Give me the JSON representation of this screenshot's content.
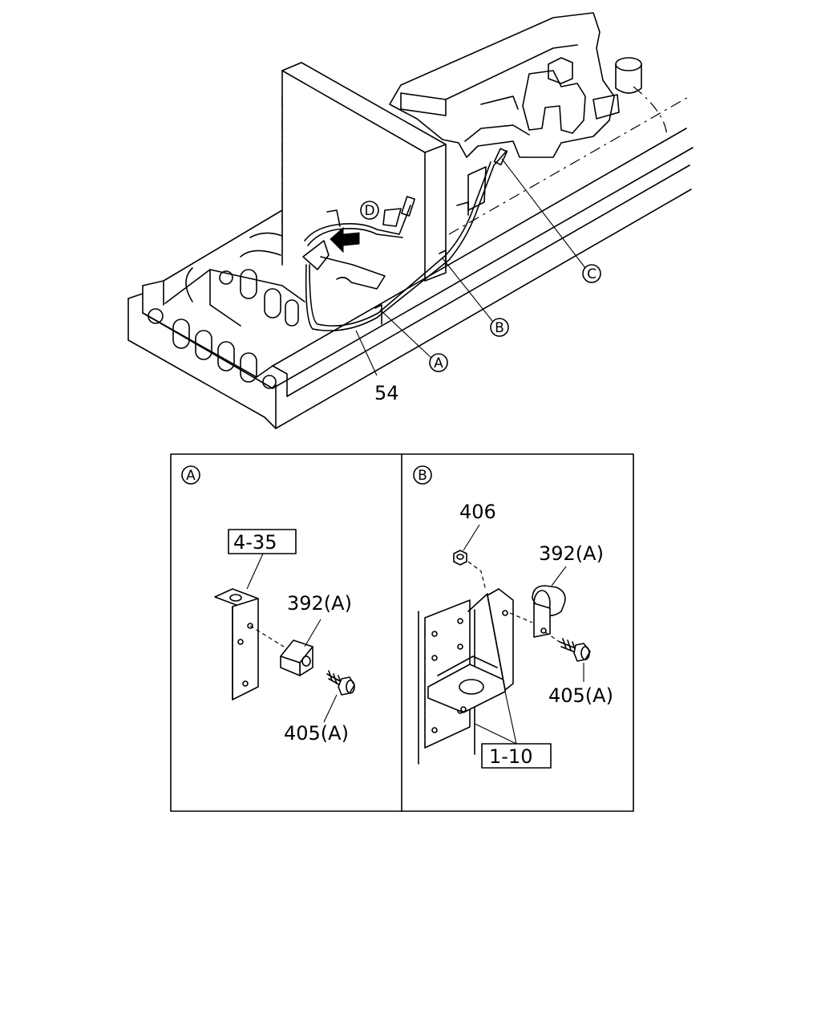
{
  "main_view": {
    "labels": {
      "part_54": "54",
      "callout_a": "A",
      "callout_b": "B",
      "callout_c": "C",
      "callout_d": "D"
    }
  },
  "detail_a": {
    "header": "A",
    "ref_box": "4-35",
    "part_392": "392(A)",
    "part_405": "405(A)"
  },
  "detail_b": {
    "header": "B",
    "part_406": "406",
    "part_392": "392(A)",
    "part_405": "405(A)",
    "ref_box": "1-10"
  }
}
